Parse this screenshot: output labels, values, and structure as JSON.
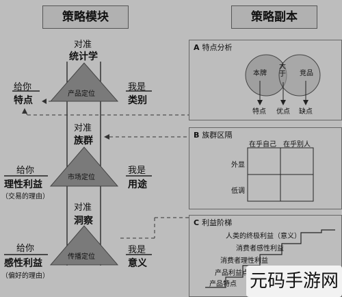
{
  "headers": {
    "left": "策略模块",
    "right": "策略副本"
  },
  "targets": [
    {
      "prefix": "对准",
      "name": "统计学"
    },
    {
      "prefix": "对准",
      "name": "族群"
    },
    {
      "prefix": "对准",
      "name": "洞察"
    }
  ],
  "triangles": [
    "产品定位",
    "市场定位",
    "传播定位"
  ],
  "left_labels": [
    {
      "top": "给你",
      "main": "特点",
      "sub": ""
    },
    {
      "top": "给你",
      "main": "理性利益",
      "sub": "（交易的理由）"
    },
    {
      "top": "给你",
      "main": "感性利益",
      "sub": "（偏好的理由）"
    }
  ],
  "right_labels": [
    {
      "top": "我是",
      "main": "类别"
    },
    {
      "top": "我是",
      "main": "用途"
    },
    {
      "top": "我是",
      "main": "意义"
    }
  ],
  "panel_a": {
    "letter": "A",
    "title": "特点分析",
    "left": "本牌",
    "middle": "大于",
    "right": "竞品",
    "outputs": [
      "特点",
      "优点",
      "缺点"
    ]
  },
  "panel_b": {
    "letter": "B",
    "title": "族群区隔",
    "col1": "在乎自己",
    "col2": "在乎别人",
    "row1": "外显",
    "row2": "低调"
  },
  "panel_c": {
    "letter": "C",
    "title": "利益阶梯",
    "steps": [
      "人类的终极利益（意义）",
      "消费者感性利益",
      "消费者理性利益",
      "产品利益点",
      "产品特点"
    ]
  },
  "watermark": "元码手游网"
}
